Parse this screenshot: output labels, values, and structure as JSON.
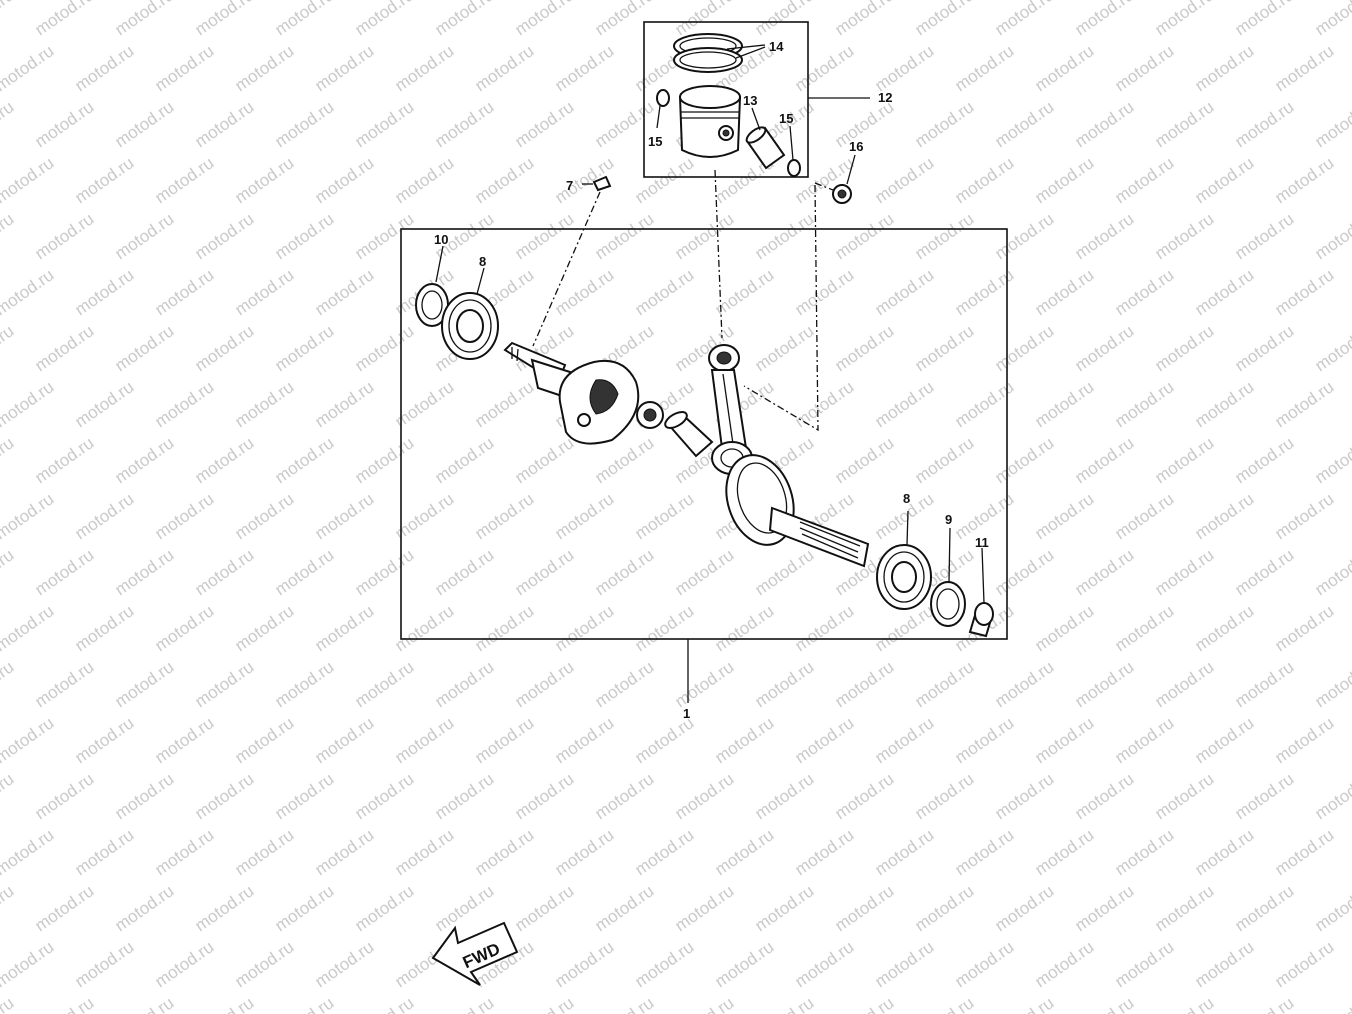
{
  "watermark": {
    "text": "motod.ru",
    "color": "#c9c9c9"
  },
  "callouts": {
    "c1": "1",
    "c7": "7",
    "c8a": "8",
    "c8b": "8",
    "c9": "9",
    "c10": "10",
    "c11": "11",
    "c12": "12",
    "c13": "13",
    "c14": "14",
    "c15a": "15",
    "c15b": "15",
    "c16": "16"
  },
  "direction_badge": {
    "label": "FWD"
  }
}
